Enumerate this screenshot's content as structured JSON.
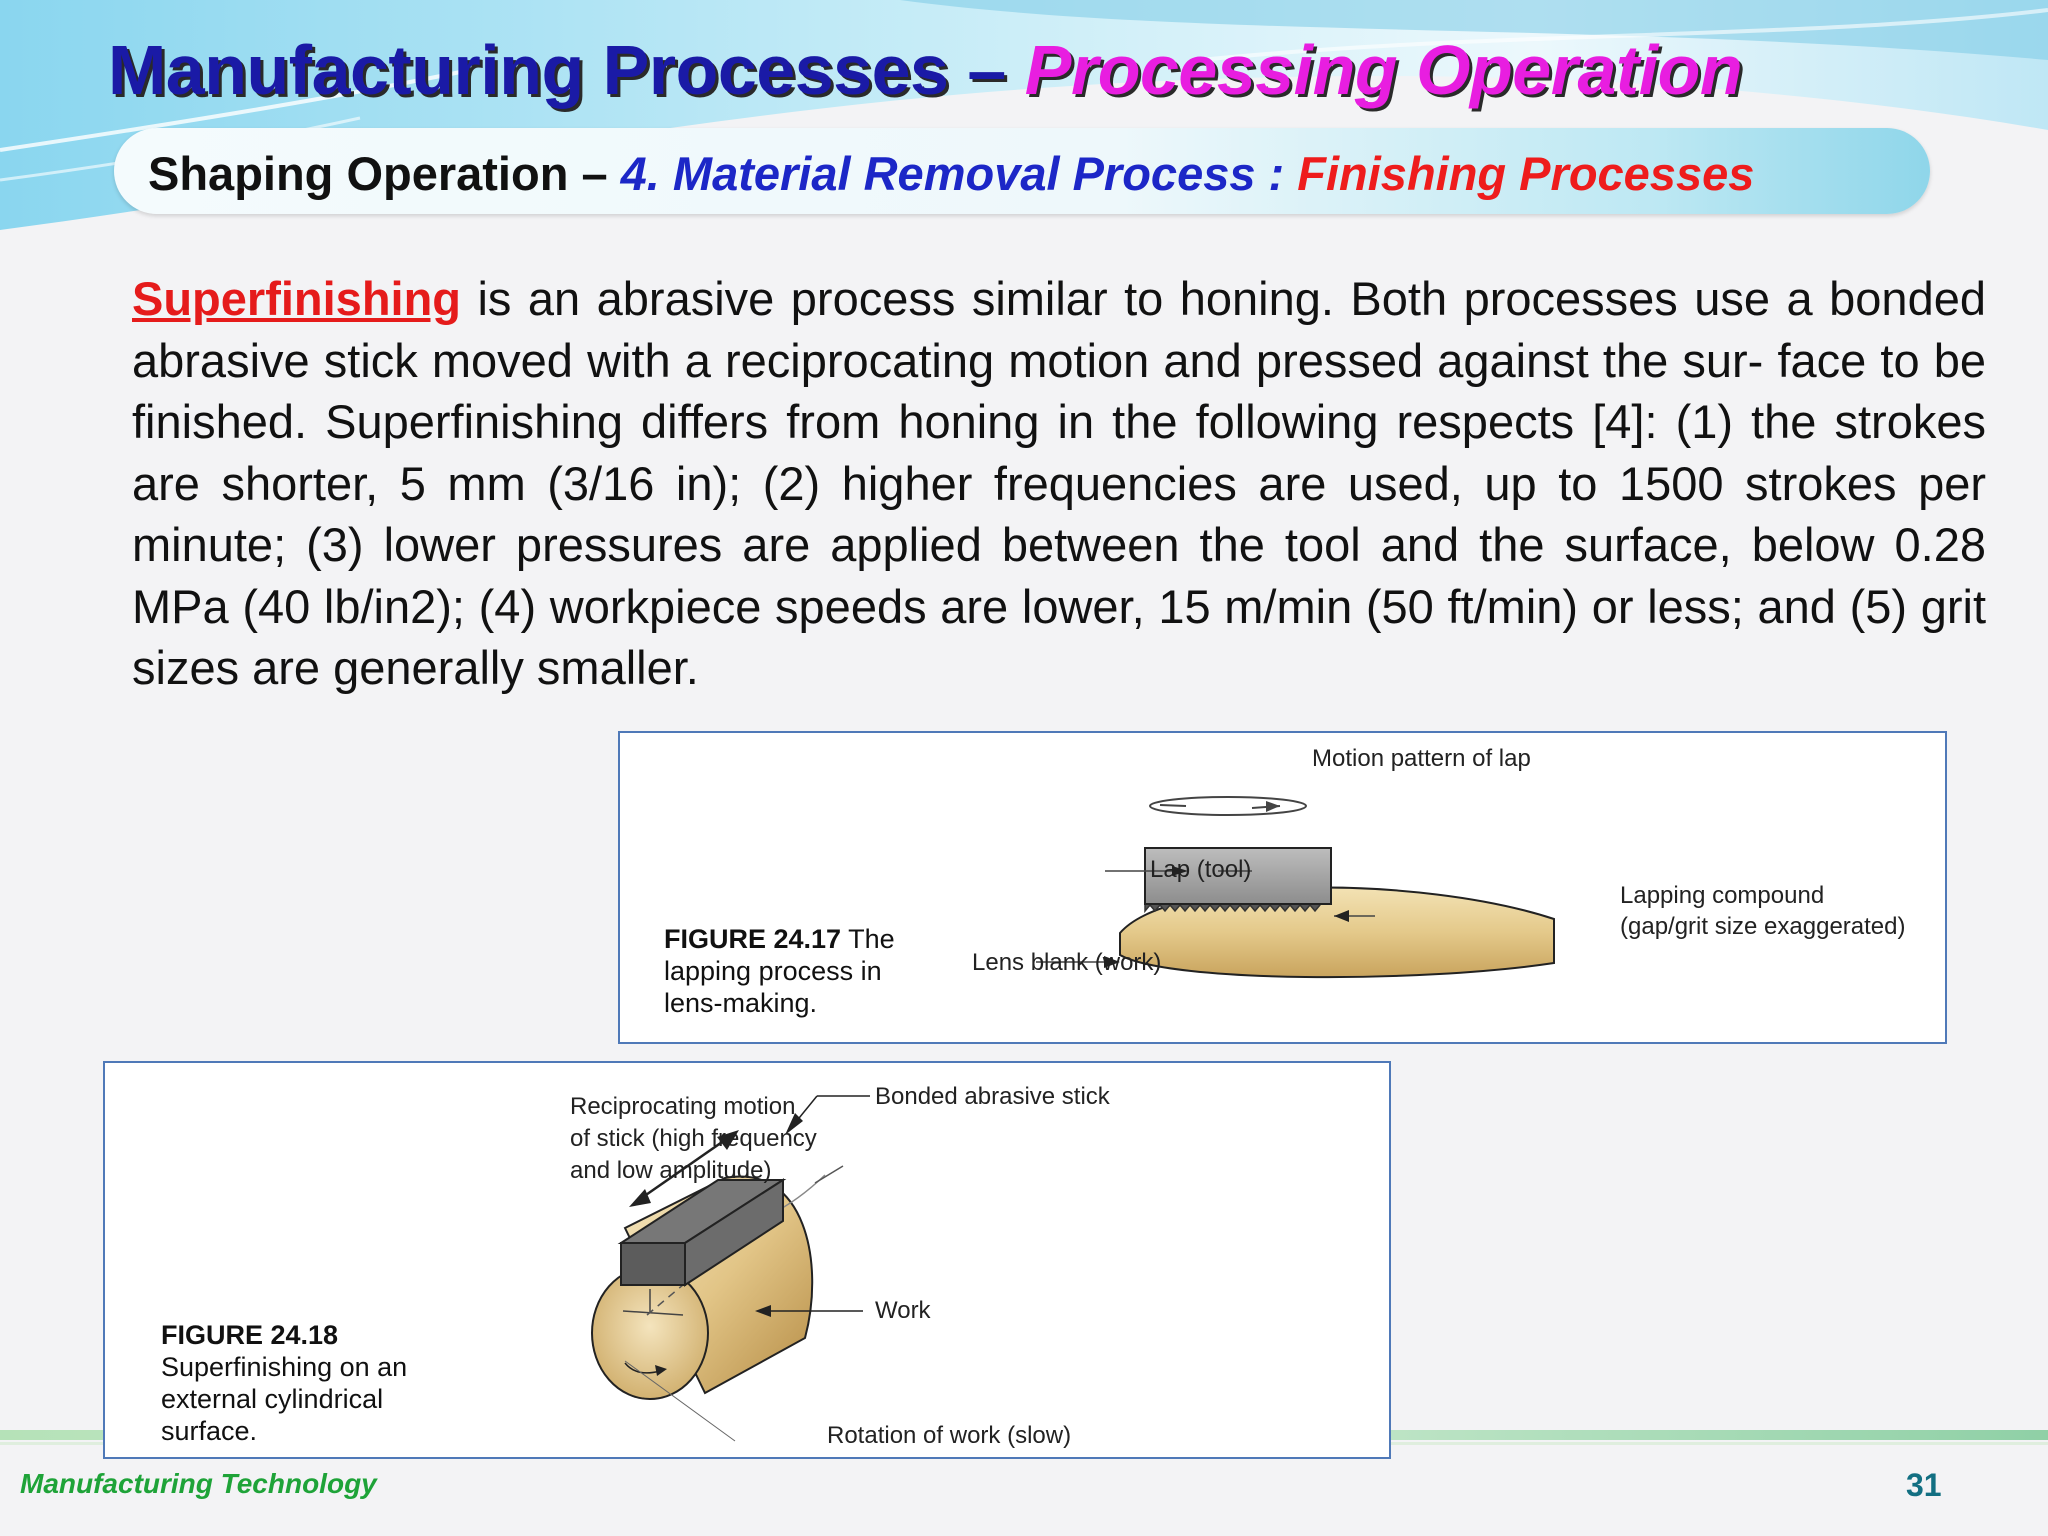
{
  "header": {
    "title_main": "Manufacturing Processes – ",
    "title_accent": "Processing Operation"
  },
  "subheader": {
    "part1": "Shaping Operation – ",
    "part2": "4. Material Removal Process : ",
    "part3": "Finishing Processes"
  },
  "body": {
    "keyword": "Superfinishing",
    "text": " is an abrasive process similar to honing. Both processes use a bonded abrasive stick moved with a reciprocating motion and pressed against the sur- face to be finished. Superfinishing differs from honing in the following respects [4]: (1) the strokes are shorter, 5 mm (3/16 in); (2) higher frequencies are used, up to 1500 strokes per minute; (3) lower pressures are applied between the tool and the surface, below 0.28 MPa (40 lb/in2); (4) workpiece speeds are lower, 15 m/min (50 ft/min) or less; and (5) grit sizes are generally smaller."
  },
  "figure1": {
    "number": "FIGURE 24.17",
    "caption": "The lapping process in lens-making.",
    "labels": {
      "motion": "Motion pattern of lap",
      "lap": "Lap (tool)",
      "compound_1": "Lapping compound",
      "compound_2": "(gap/grit size exaggerated)",
      "lens": "Lens blank (work)"
    }
  },
  "figure2": {
    "number": "FIGURE 24.18",
    "caption": "Superfinishing on an external cylindrical surface.",
    "labels": {
      "recip_1": "Reciprocating motion",
      "recip_2": "of stick (high frequency",
      "recip_3": "and low amplitude)",
      "stick": "Bonded abrasive stick",
      "work": "Work",
      "rotation": "Rotation of work (slow)"
    }
  },
  "footer": {
    "course": "Manufacturing Technology",
    "page_number": "31"
  }
}
